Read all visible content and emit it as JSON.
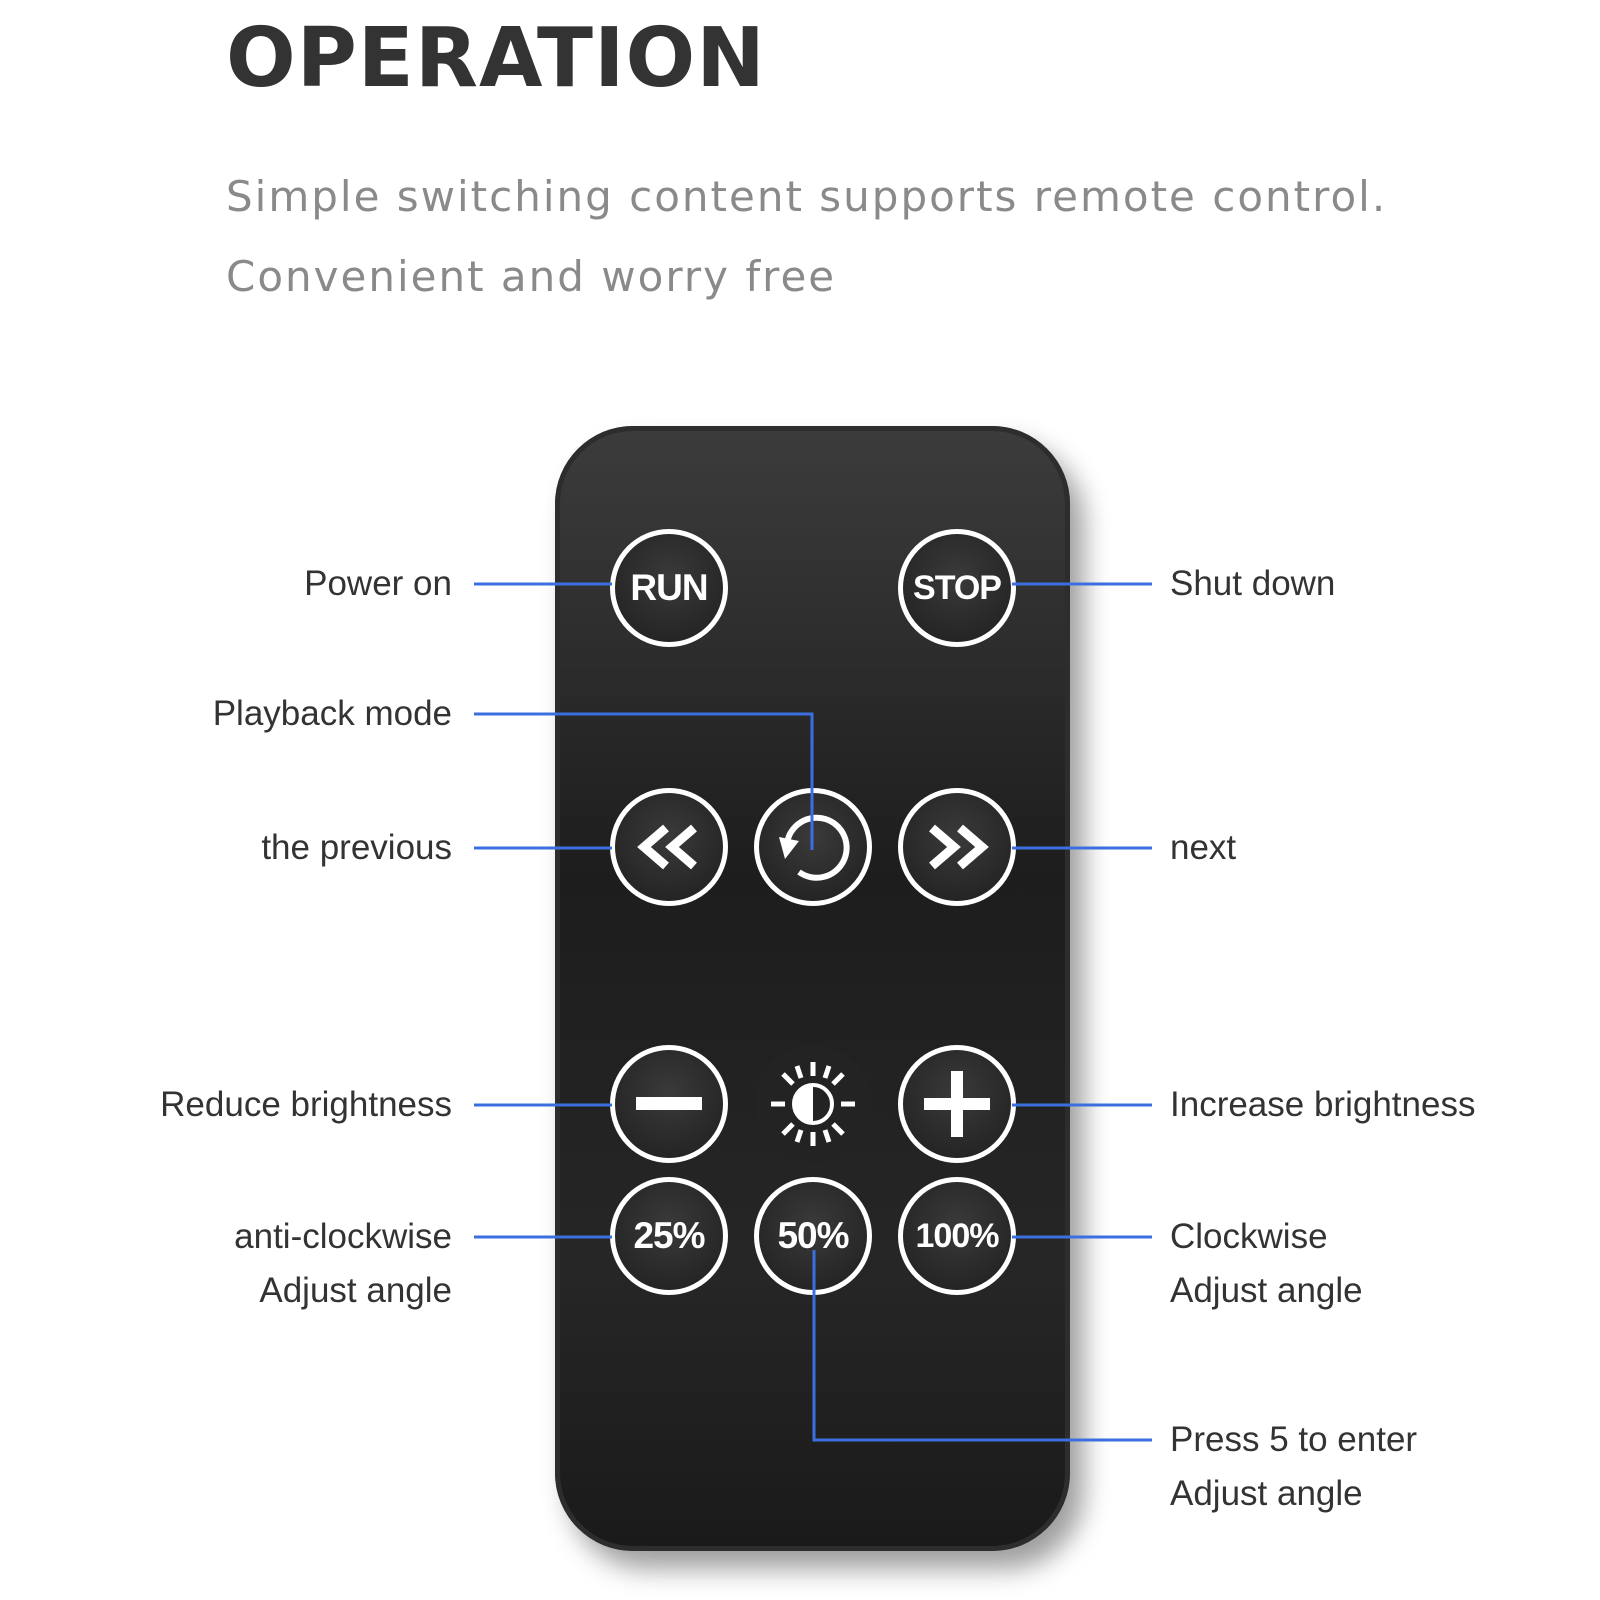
{
  "header": {
    "title": "OPERATION",
    "subtitle_line1": "Simple switching content supports remote control.",
    "subtitle_line2": "Convenient and worry free"
  },
  "colors": {
    "callout_line": "#3b6fe0",
    "remote_body": "#222222",
    "button_ring": "#ffffff",
    "title_text": "#333333",
    "subtitle_text": "#8a8a8a"
  },
  "buttons": {
    "run": "RUN",
    "stop": "STOP",
    "previous": {
      "icon": "double-chevron-left-icon"
    },
    "playback": {
      "icon": "cycle-arrow-icon"
    },
    "next": {
      "icon": "double-chevron-right-icon"
    },
    "minus": {
      "icon": "minus-icon"
    },
    "brightness": {
      "icon": "brightness-sun-icon"
    },
    "plus": {
      "icon": "plus-icon"
    },
    "p25": "25%",
    "p50": "50%",
    "p100": "100%"
  },
  "callouts": {
    "power_on": "Power on",
    "shut_down": "Shut down",
    "playback_mode": "Playback mode",
    "previous": "the previous",
    "next": "next",
    "reduce_brightness": "Reduce brightness",
    "increase_brightness": "Increase brightness",
    "anticlockwise_line1": "anti-clockwise",
    "anticlockwise_line2": "Adjust angle",
    "clockwise_line1": "Clockwise",
    "clockwise_line2": "Adjust angle",
    "press5_line1": "Press 5 to enter",
    "press5_line2": "Adjust angle"
  }
}
